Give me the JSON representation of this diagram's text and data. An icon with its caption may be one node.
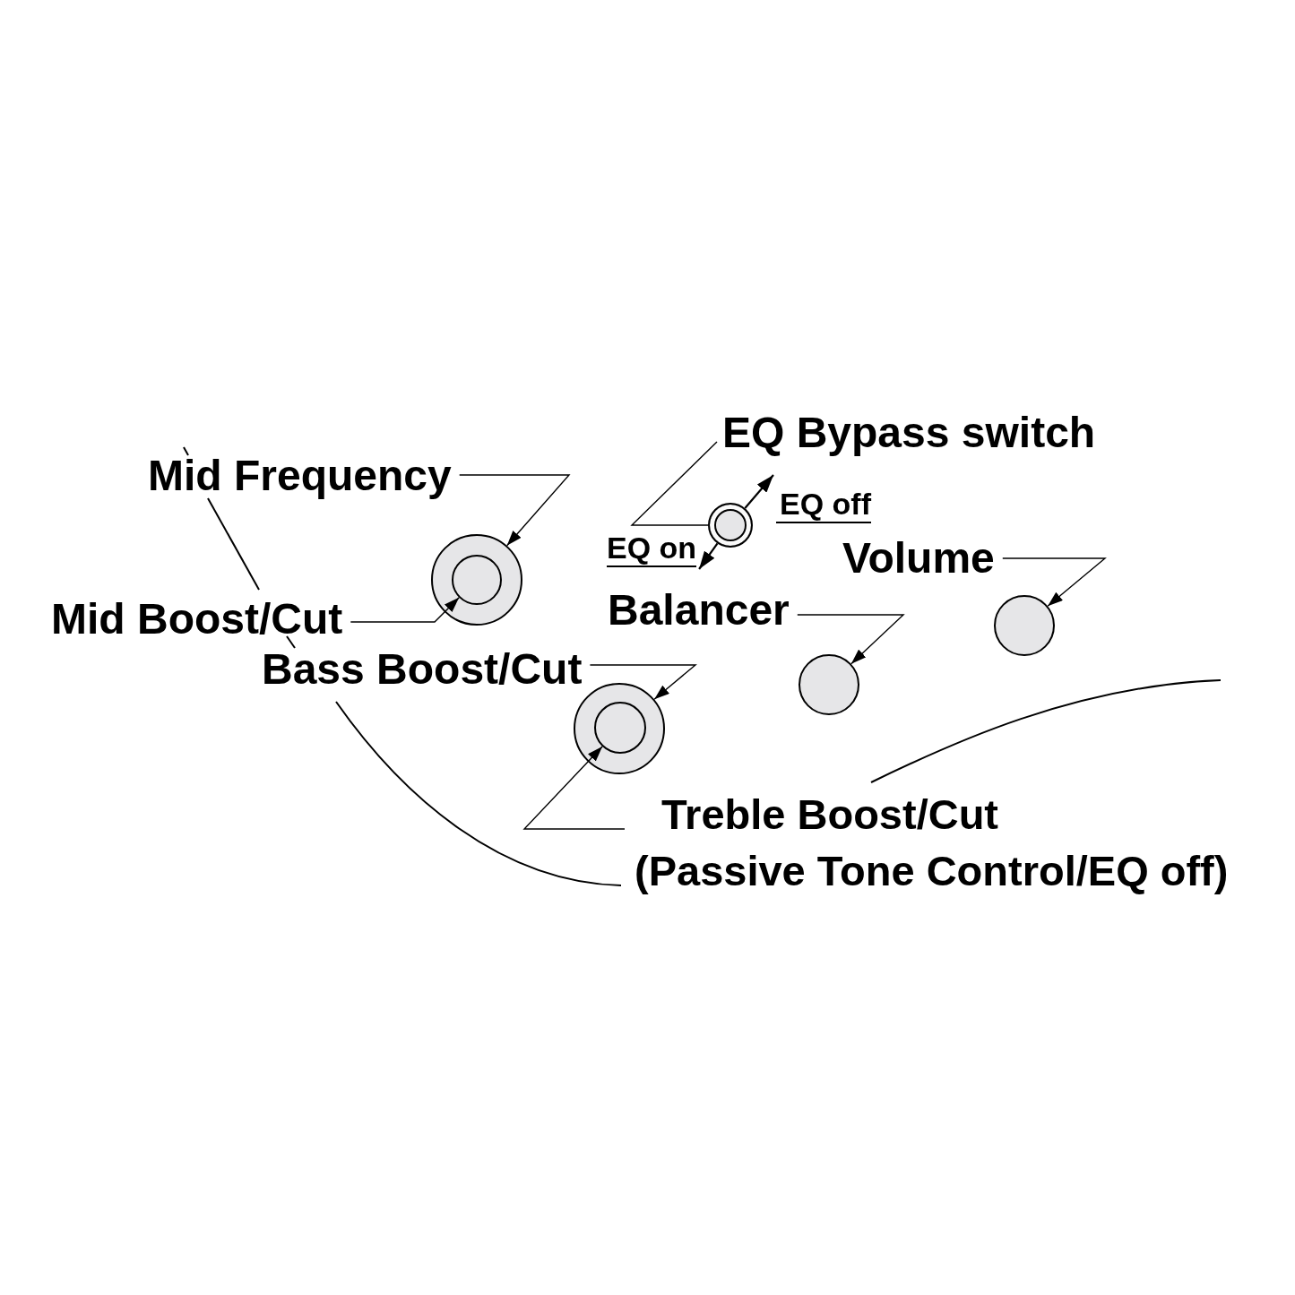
{
  "diagram": {
    "nodes": [
      {
        "text": [
          "EQ Bypass switch"
        ]
      },
      {
        "text": [
          "Mid Frequency"
        ]
      },
      {
        "text": [],
        "shape": "circle"
      },
      {
        "text": [
          "EQ off"
        ]
      },
      {
        "text": [
          "EQ on"
        ]
      },
      {
        "text": [
          "Volume"
        ]
      },
      {
        "text": [
          "Balancer"
        ]
      },
      {
        "text": [
          "Mid Boost/Cut"
        ]
      },
      {
        "text": [],
        "shape": "circle"
      },
      {
        "text": [],
        "shape": "circle",
        "in": 8
      },
      {
        "text": [
          "Bass Boost/Cut"
        ]
      },
      {
        "text": [],
        "shape": "circle"
      },
      {
        "text": [],
        "shape": "circle"
      },
      {
        "text": [],
        "shape": "circle"
      },
      {
        "text": [],
        "shape": "circle",
        "in": 13
      },
      {
        "text": [
          "Treble Boost/Cut",
          "(Passive Tone Control/EQ off)"
        ]
      }
    ],
    "edges": [
      {
        "from": 0,
        "to": 2,
        "arrow": "none"
      },
      {
        "from": 2,
        "to": 3,
        "arrow": "to"
      },
      {
        "from": 2,
        "to": 4,
        "arrow": "to"
      },
      {
        "from": 1,
        "to": 8,
        "arrow": "to"
      },
      {
        "from": 5,
        "to": 11,
        "arrow": "to"
      },
      {
        "from": 6,
        "to": 12,
        "arrow": "to"
      },
      {
        "from": 7,
        "to": 9,
        "arrow": "to"
      },
      {
        "from": 10,
        "to": 13,
        "arrow": "to"
      },
      {
        "from": 15,
        "to": 14,
        "arrow": "to"
      }
    ]
  }
}
